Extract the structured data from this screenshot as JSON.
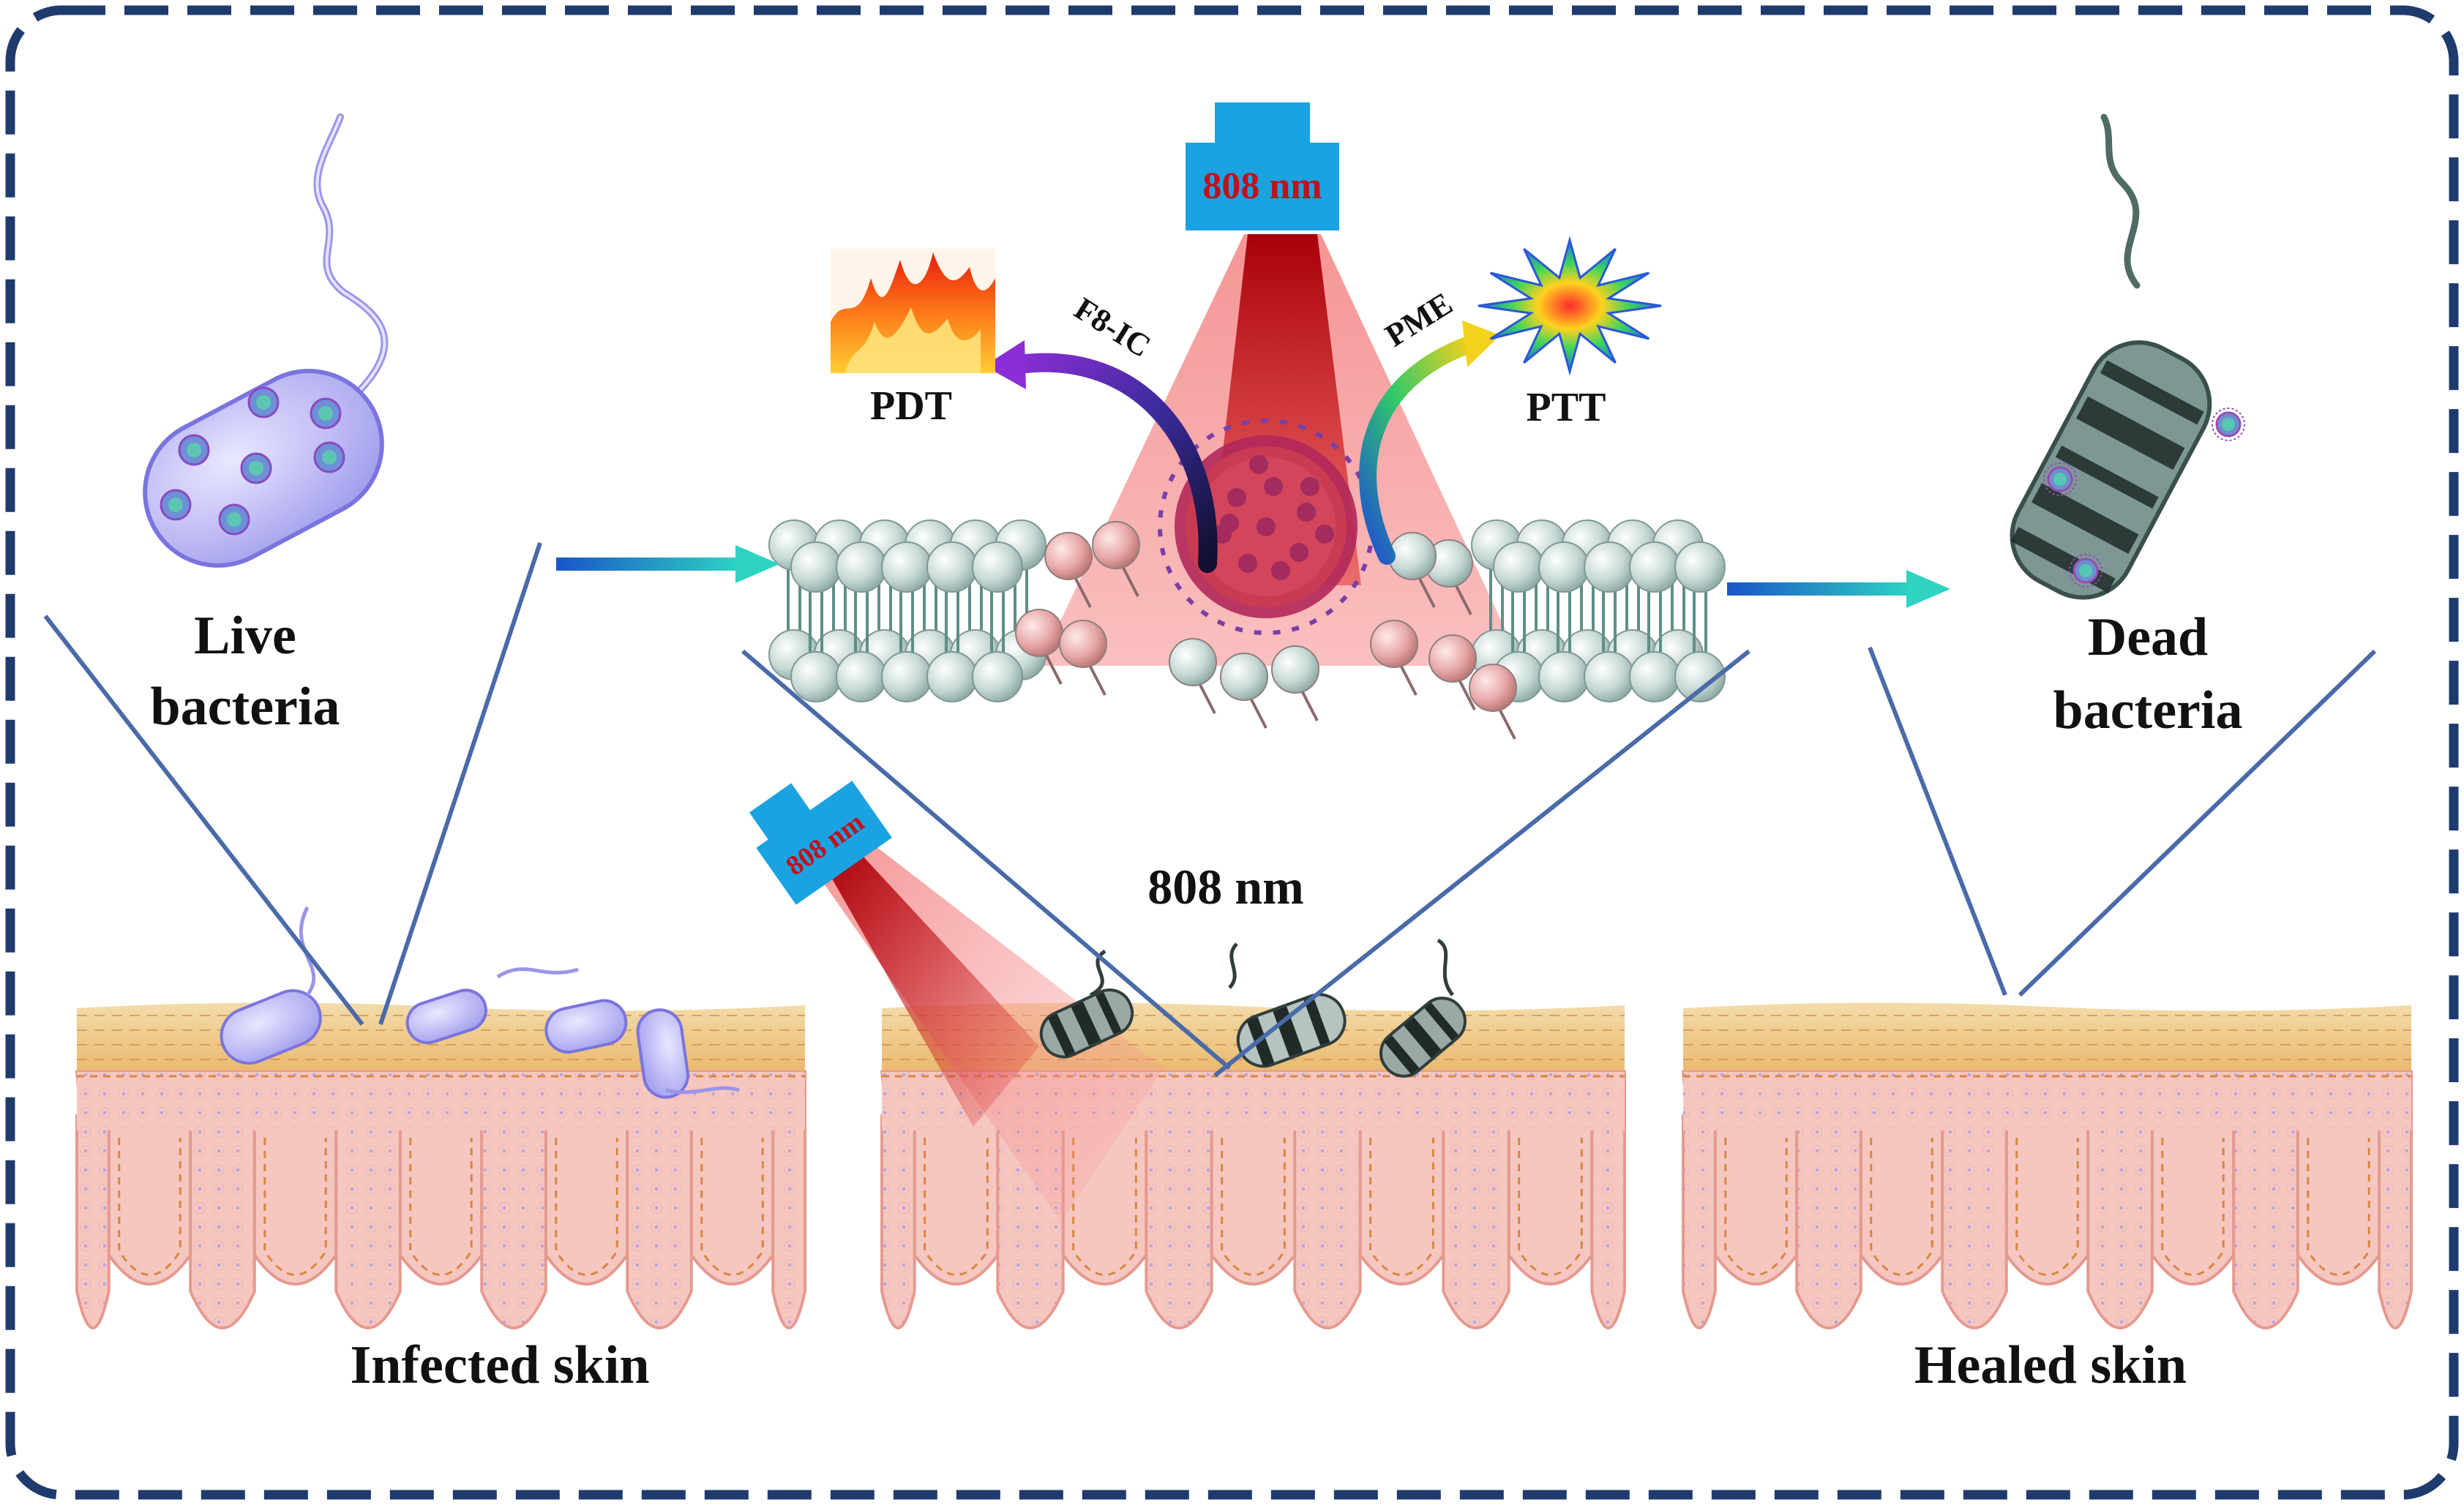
{
  "labels": {
    "live_bacteria_line1": "Live",
    "live_bacteria_line2": "bacteria",
    "dead_bacteria_line1": "Dead",
    "dead_bacteria_line2": "bacteria",
    "infected_skin": "Infected skin",
    "healed_skin": "Healed skin",
    "laser_top": "808 nm",
    "laser_small": "808 nm",
    "laser_center_text": "808 nm",
    "pdt": "PDT",
    "ptt": "PTT",
    "f8ic": "F8-IC",
    "pme": "PME"
  },
  "colors": {
    "frame": "#1f3b6e",
    "laser_head": "#1aa3e0",
    "laser_text": "#c0101c",
    "beam_outer": "#f79a9a",
    "beam_inner": "#b8000a",
    "skin_pink": "#f6c9c3",
    "skin_top": "#f0c98a",
    "bacteria_live": "#b9b6f3",
    "bacteria_dead": "#5a6f6c",
    "lipid_head": "#c8dcd8",
    "arrow_start": "#1a55c8",
    "arrow_end": "#2ed3c2"
  },
  "icons": {
    "fire": "fire-icon",
    "starburst": "starburst-icon",
    "nanoparticle": "nanoparticle-icon"
  }
}
